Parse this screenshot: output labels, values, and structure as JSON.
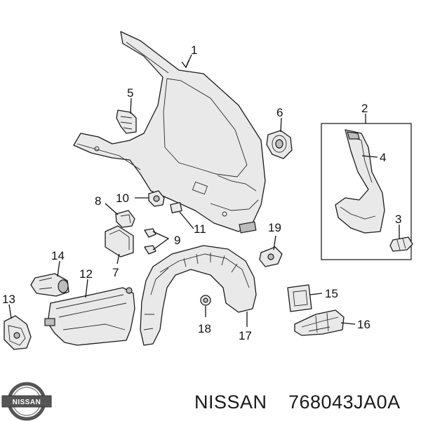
{
  "callouts": {
    "c1": "1",
    "c2": "2",
    "c3": "3",
    "c4": "4",
    "c5": "5",
    "c6": "6",
    "c7": "7",
    "c8": "8",
    "c9": "9",
    "c10": "10",
    "c11": "11",
    "c12": "12",
    "c13": "13",
    "c14": "14",
    "c15": "15",
    "c16": "16",
    "c17": "17",
    "c18": "18",
    "c19": "19"
  },
  "footer": {
    "brand": "NISSAN",
    "part_number": "768043JA0A",
    "logo_text": "NISSAN"
  },
  "colors": {
    "line": "#1b1b1b",
    "part_fill": "#e9e9e9",
    "logo": "#555555"
  }
}
